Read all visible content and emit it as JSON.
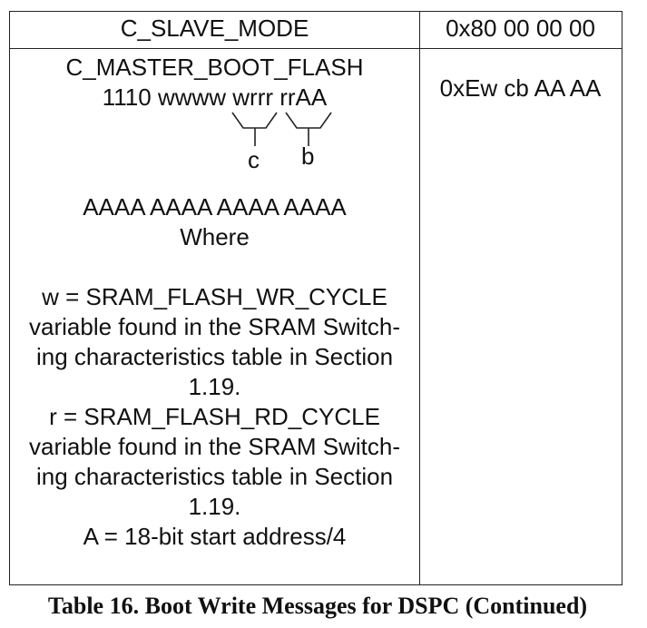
{
  "table": {
    "header": {
      "left": "C_SLAVE_MODE",
      "right": "0x80 00 00 00"
    },
    "row": {
      "left": {
        "title": "C_MASTER_BOOT_FLASH",
        "bits": "1110 wwww wrrr rrAA",
        "brace_c": "c",
        "brace_b": "b",
        "address_bits": "AAAA AAAA AAAA AAAA",
        "where": "Where",
        "w_lines": [
          "w = SRAM_FLASH_WR_CYCLE",
          "variable found in the SRAM Switch-",
          "ing characteristics table in Section",
          "1.19."
        ],
        "r_lines": [
          "r = SRAM_FLASH_RD_CYCLE",
          "variable found in the SRAM Switch-",
          "ing characteristics table in Section",
          "1.19."
        ],
        "a_line": "A = 18-bit start address/4"
      },
      "right": "0xEw cb AA AA"
    }
  },
  "caption": "Table 16. Boot Write Messages for DSPC (Continued)"
}
